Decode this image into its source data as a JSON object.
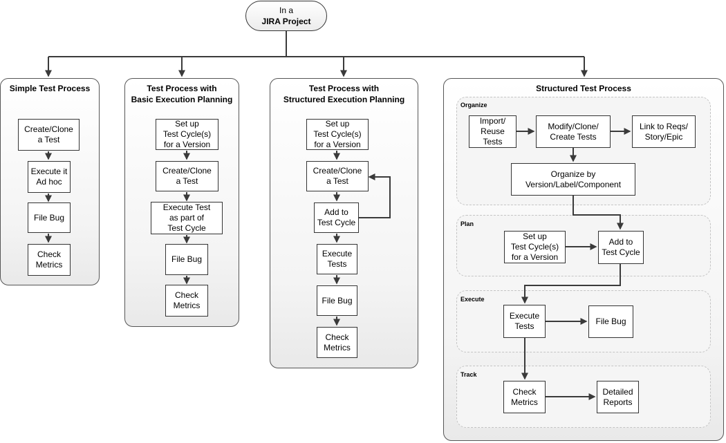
{
  "root": {
    "line1": "In a",
    "line2": "JIRA Project"
  },
  "panels": {
    "simple": {
      "title": "Simple Test Process",
      "steps": [
        "Create/Clone\na Test",
        "Execute it\nAd hoc",
        "File Bug",
        "Check\nMetrics"
      ]
    },
    "basic": {
      "title": "Test Process with\nBasic Execution Planning",
      "steps": [
        "Set up\nTest Cycle(s)\nfor a Version",
        "Create/Clone\na Test",
        "Execute Test\nas part of\nTest Cycle",
        "File Bug",
        "Check\nMetrics"
      ]
    },
    "structured_planning": {
      "title": "Test Process with\nStructured Execution Planning",
      "steps": [
        "Set up\nTest Cycle(s)\nfor a Version",
        "Create/Clone\na Test",
        "Add to\nTest Cycle",
        "Execute\nTests",
        "File Bug",
        "Check\nMetrics"
      ]
    },
    "structured": {
      "title": "Structured Test Process",
      "zones": {
        "organize": {
          "label": "Organize",
          "import": "Import/\nReuse\nTests",
          "modify": "Modify/Clone/\nCreate Tests",
          "link": "Link to Reqs/\nStory/Epic",
          "organize_by": "Organize by\nVersion/Label/Component"
        },
        "plan": {
          "label": "Plan",
          "setup": "Set up\nTest Cycle(s)\nfor a Version",
          "add": "Add to\nTest Cycle"
        },
        "execute": {
          "label": "Execute",
          "execute": "Execute\nTests",
          "filebug": "File Bug"
        },
        "track": {
          "label": "Track",
          "check": "Check\nMetrics",
          "reports": "Detailed\nReports"
        }
      }
    }
  }
}
